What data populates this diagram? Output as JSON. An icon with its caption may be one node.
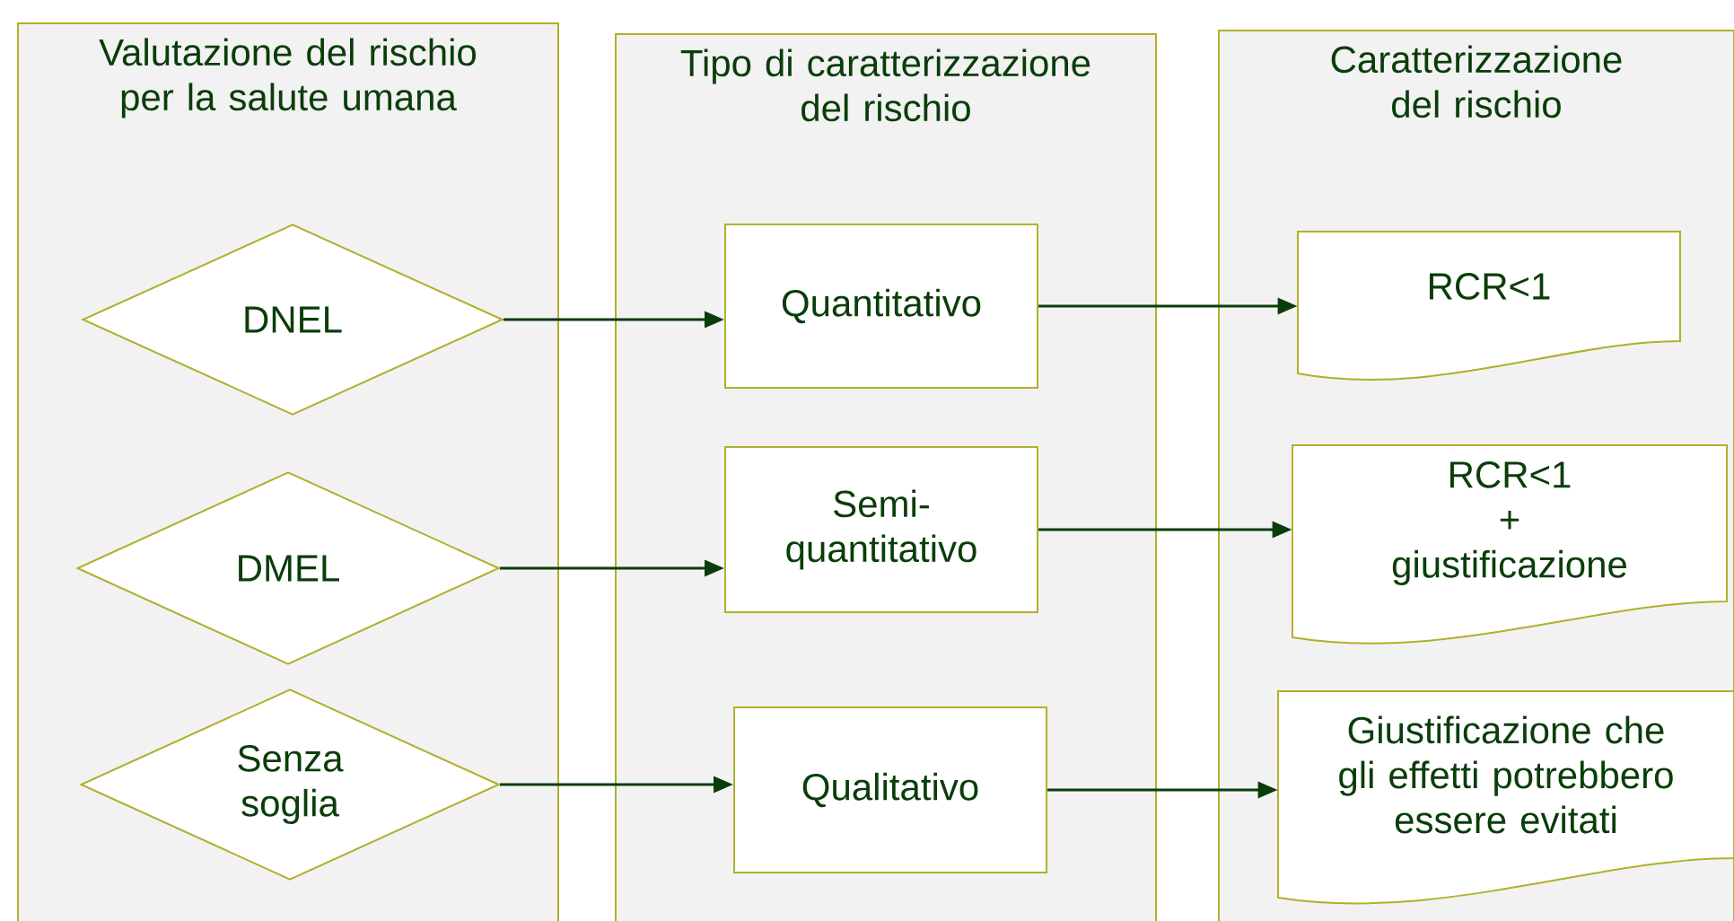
{
  "diagram": {
    "nodes": [
      {
        "text": [
          "Valutazione del rischio per la salute umana"
        ]
      },
      {
        "text": [
          "Tipo di caratterizzazione del rischio"
        ]
      },
      {
        "text": [
          "Caratterizzazione del rischio"
        ]
      },
      {
        "text": [
          "DNEL"
        ],
        "in": 0
      },
      {
        "text": [
          "DMEL"
        ],
        "in": 0
      },
      {
        "text": [
          "Senza soglia"
        ],
        "in": 0
      },
      {
        "text": [
          "Quantitativo"
        ],
        "in": 1
      },
      {
        "text": [
          "Semi- quantitativo"
        ],
        "in": 1
      },
      {
        "text": [
          "Qualitativo"
        ],
        "in": 1
      },
      {
        "text": [
          "RCR<1"
        ],
        "in": 2
      },
      {
        "text": [
          "RCR<1 + giustificazione"
        ],
        "in": 2
      },
      {
        "text": [
          "Giustificazione che gli effetti potrebbero essere evitati"
        ],
        "in": 2
      }
    ],
    "edges": [
      {
        "from": 3,
        "to": 6,
        "arrow": "to"
      },
      {
        "from": 4,
        "to": 7,
        "arrow": "to"
      },
      {
        "from": 5,
        "to": 8,
        "arrow": "to"
      },
      {
        "from": 6,
        "to": 9,
        "arrow": "to"
      },
      {
        "from": 7,
        "to": 10,
        "arrow": "to"
      },
      {
        "from": 8,
        "to": 11,
        "arrow": "to"
      }
    ]
  }
}
